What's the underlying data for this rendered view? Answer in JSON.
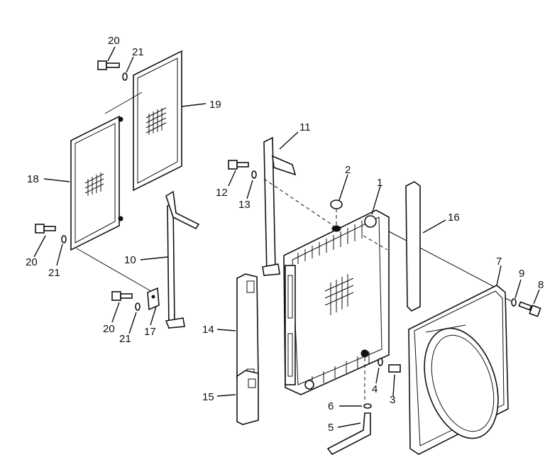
{
  "diagram": {
    "callouts": [
      {
        "id": "c1",
        "text": "1"
      },
      {
        "id": "c2",
        "text": "2"
      },
      {
        "id": "c3",
        "text": "3"
      },
      {
        "id": "c4",
        "text": "4"
      },
      {
        "id": "c5",
        "text": "5"
      },
      {
        "id": "c6",
        "text": "6"
      },
      {
        "id": "c7",
        "text": "7"
      },
      {
        "id": "c8",
        "text": "8"
      },
      {
        "id": "c9",
        "text": "9"
      },
      {
        "id": "c10",
        "text": "10"
      },
      {
        "id": "c11",
        "text": "11"
      },
      {
        "id": "c12",
        "text": "12"
      },
      {
        "id": "c13",
        "text": "13"
      },
      {
        "id": "c14",
        "text": "14"
      },
      {
        "id": "c15",
        "text": "15"
      },
      {
        "id": "c16",
        "text": "16"
      },
      {
        "id": "c17",
        "text": "17"
      },
      {
        "id": "c18",
        "text": "18"
      },
      {
        "id": "c19",
        "text": "19"
      },
      {
        "id": "c20a",
        "text": "20"
      },
      {
        "id": "c21a",
        "text": "21"
      },
      {
        "id": "c20b",
        "text": "20"
      },
      {
        "id": "c21b",
        "text": "21"
      },
      {
        "id": "c20c",
        "text": "20"
      },
      {
        "id": "c21c",
        "text": "21"
      }
    ]
  }
}
